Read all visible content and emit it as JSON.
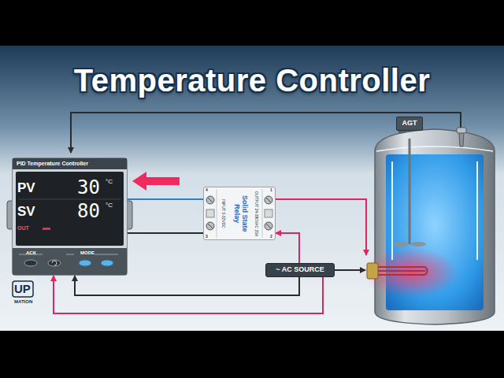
{
  "diagram": {
    "title": "Temperature Controller",
    "nodes": [
      {
        "text": [
          "PID Temperature Controller"
        ]
      },
      {
        "text": [
          "Solid State Relay"
        ]
      },
      {
        "text": [
          "~ AC SOURCE"
        ]
      },
      {
        "text": [
          "AGT"
        ]
      }
    ],
    "edges": [
      {
        "from": 0,
        "to": 1,
        "arrow": "none"
      },
      {
        "from": 0,
        "to": 1,
        "arrow": "none"
      },
      {
        "from": 2,
        "to": 1,
        "arrow": "to"
      },
      {
        "from": 2,
        "to": 0,
        "arrow": "to"
      },
      {
        "from": 2,
        "to": 0,
        "arrow": "to"
      }
    ],
    "labels": [
      "PV",
      "30",
      "°C",
      "SV",
      "80",
      "°C",
      "OUT",
      "ACK",
      "MODE",
      "OUTPUT 24-380VAC 25A",
      "INPUT 3-32VDC",
      "1",
      "2",
      "3",
      "4",
      "UP",
      "MATION"
    ]
  }
}
